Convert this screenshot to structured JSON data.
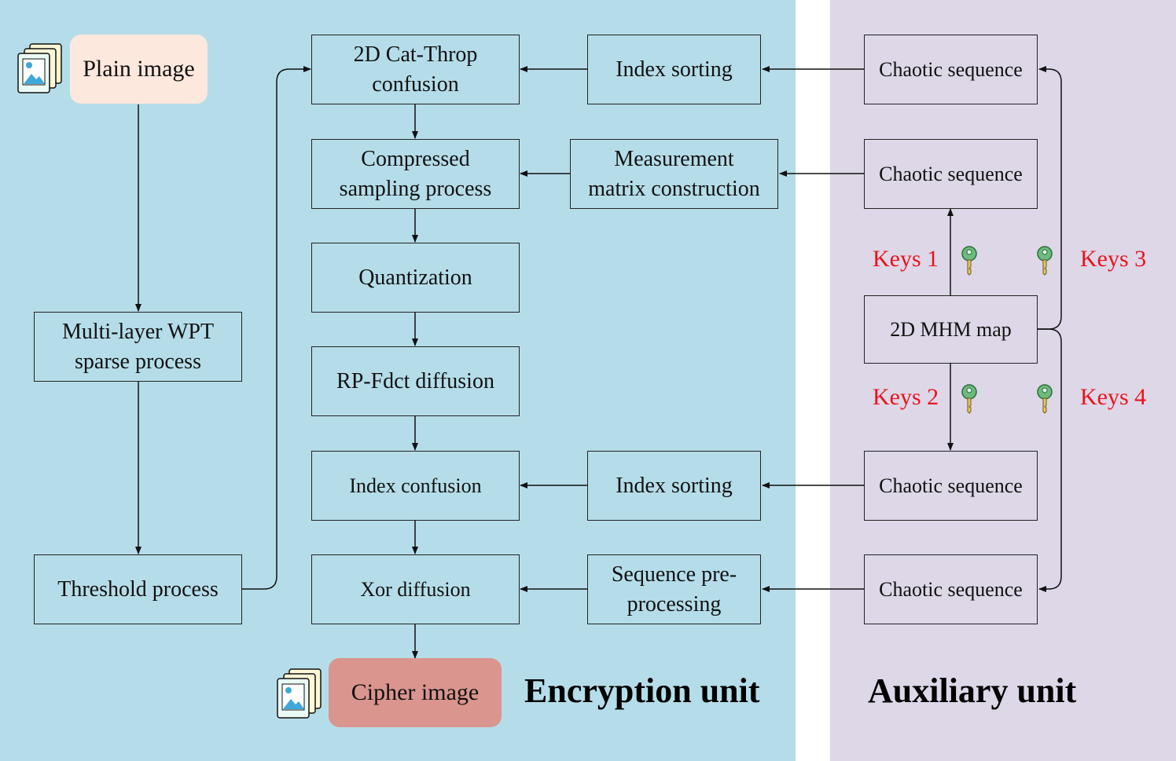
{
  "panels": {
    "encryption_title": "Encryption unit",
    "auxiliary_title": "Auxiliary unit"
  },
  "nodes": {
    "plain_image": "Plain image",
    "wpt": [
      "Multi-layer WPT",
      "sparse process"
    ],
    "threshold": "Threshold process",
    "cat_throp": [
      "2D Cat-Throp",
      "confusion"
    ],
    "compressed": [
      "Compressed",
      "sampling process"
    ],
    "quantization": "Quantization",
    "rp_fdct": "RP-Fdct diffusion",
    "index_confusion": "Index confusion",
    "xor": "Xor diffusion",
    "cipher_image": "Cipher image",
    "index_sorting_top": "Index sorting",
    "measurement": [
      "Measurement",
      "matrix construction"
    ],
    "index_sorting_bottom": "Index sorting",
    "seq_pre": [
      "Sequence pre-",
      "processing"
    ],
    "chaotic_1": "Chaotic sequence",
    "chaotic_2": "Chaotic sequence",
    "chaotic_3": "Chaotic sequence",
    "chaotic_4": "Chaotic sequence",
    "mhm": "2D MHM map"
  },
  "keys": {
    "k1": "Keys 1",
    "k2": "Keys 2",
    "k3": "Keys 3",
    "k4": "Keys 4"
  },
  "colors": {
    "encryption_bg": "#b5dde9",
    "auxiliary_bg": "#ddd7e8",
    "plain_image_fill": "#fde8de",
    "cipher_image_fill": "#d9958e",
    "key_text": "#e8141b",
    "key_icon": "#6dbb7d"
  },
  "icons": [
    "image-stack-icon",
    "key-icon"
  ]
}
